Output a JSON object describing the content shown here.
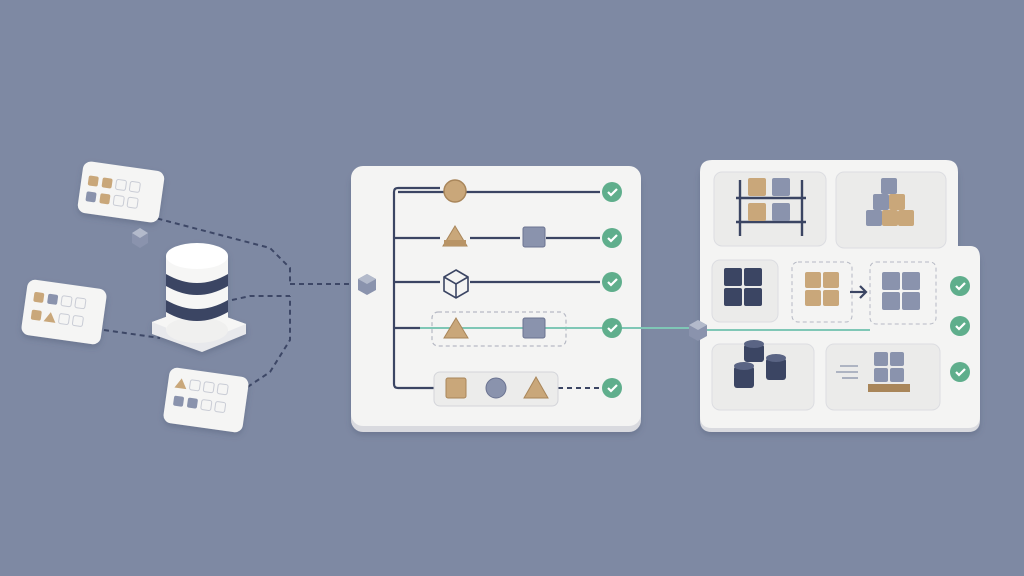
{
  "colors": {
    "background": "#7e89a3",
    "panel": "#f3f3f2",
    "panel_shadow": "#d3d4d8",
    "navy": "#3b4563",
    "slate": "#8a93ad",
    "slate_dark": "#6b7391",
    "tan": "#c9a77a",
    "tan_dark": "#a9865a",
    "check_green": "#5fae8c",
    "teal_line": "#7fc7b6",
    "dash": "#3d4766"
  },
  "icons": {
    "source_cards": [
      "source-card-icon",
      "source-card-icon",
      "source-card-icon"
    ],
    "database": "database-icon",
    "node": "cube-node-icon",
    "check": "check-circle-icon",
    "storage": [
      "shelf-rack-icon",
      "stacked-boxes-icon",
      "block-pair-icon",
      "box-transfer-icon",
      "barrel-stack-icon",
      "pallet-icon"
    ]
  },
  "pipeline": {
    "lanes": [
      {
        "shape": "circle",
        "status": "check"
      },
      {
        "shape": "triangle-to-square",
        "status": "check"
      },
      {
        "shape": "wireframe-cube",
        "status": "check"
      },
      {
        "shape": "triangle-square-highlighted",
        "status": "check"
      },
      {
        "shape": "square-circle-triangle-tray",
        "status": "check"
      }
    ]
  },
  "storage_checks": [
    "check",
    "check",
    "check"
  ]
}
